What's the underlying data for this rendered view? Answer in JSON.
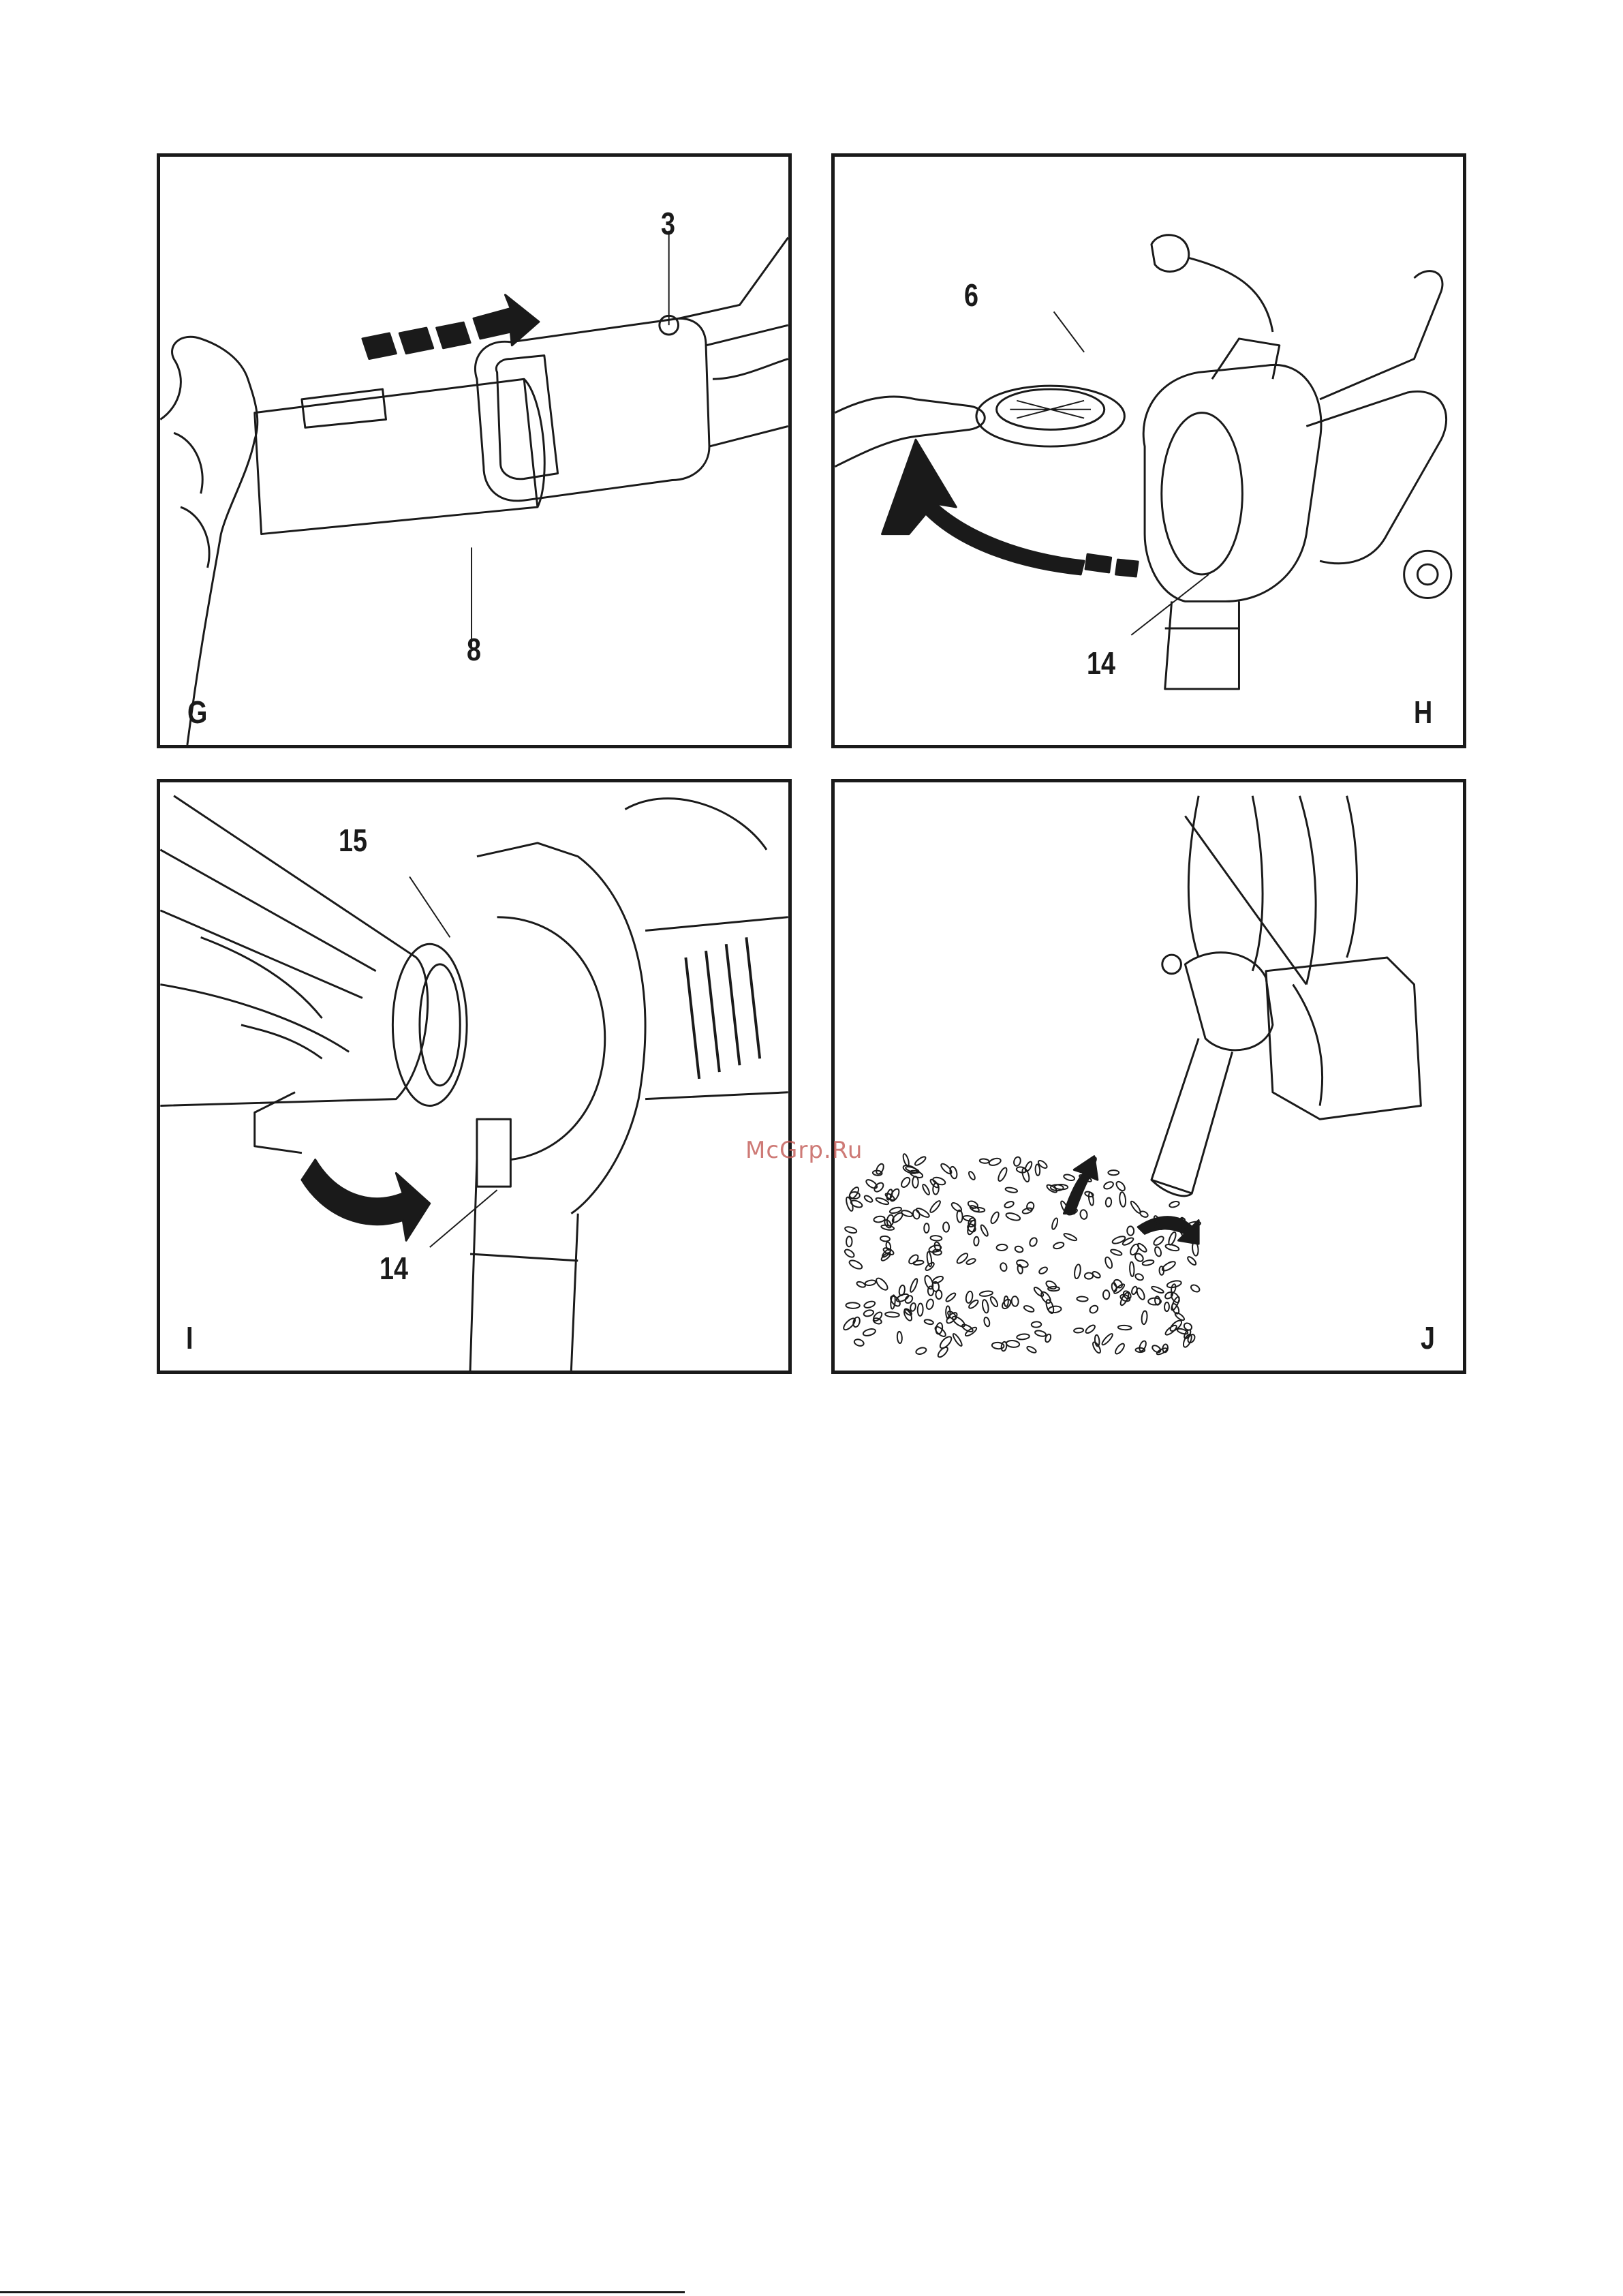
{
  "panels": {
    "g": {
      "letter": "G",
      "callouts": [
        "3",
        "8"
      ]
    },
    "h": {
      "letter": "H",
      "callouts": [
        "6",
        "14"
      ]
    },
    "i": {
      "letter": "I",
      "callouts": [
        "15",
        "14"
      ]
    },
    "j": {
      "letter": "J"
    }
  },
  "watermark": "McGrp.Ru"
}
